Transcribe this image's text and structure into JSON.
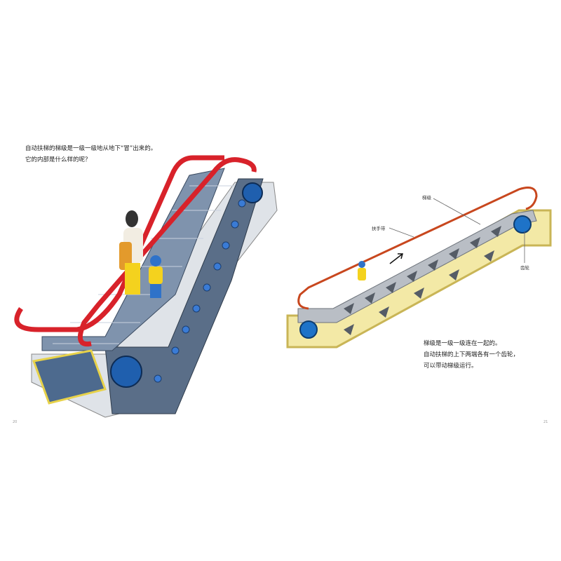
{
  "left_page": {
    "text_lines": [
      "自动扶梯的梯级是一级一级地从地下“冒”出来的。",
      "它的内部是什么样的呢？"
    ],
    "page_number": "20"
  },
  "right_page": {
    "labels": {
      "steps": "梯级",
      "handrail": "扶手带",
      "gear": "齿轮"
    },
    "text_lines": [
      "梯级是一级一级连在一起的。",
      "自动扶梯的上下两端各有一个齿轮，",
      "可以带动梯级运行。"
    ],
    "page_number": "21"
  },
  "colors": {
    "handrail_left": "#d8222a",
    "handrail_right": "#c8471e",
    "truss_yellow": "#f3e9a6",
    "gear_blue": "#1e73c8",
    "steel": "#8c9fb5"
  }
}
